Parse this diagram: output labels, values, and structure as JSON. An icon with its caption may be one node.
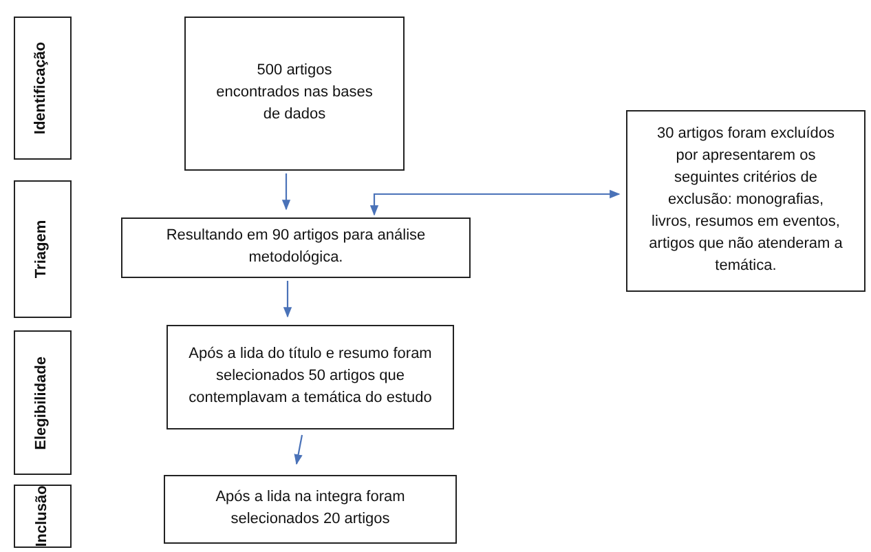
{
  "diagram": {
    "nodes": [
      {
        "text": [
          "Identificação"
        ]
      },
      {
        "text": [
          "Triagem"
        ]
      },
      {
        "text": [
          "Elegibilidade"
        ]
      },
      {
        "text": [
          "Inclusão"
        ]
      },
      {
        "text": [
          "500 artigos encontrados nas bases de dados"
        ]
      },
      {
        "text": [
          "Resultando em 90 artigos para análise metodológica."
        ]
      },
      {
        "text": [
          "Após a lida do título e resumo foram selecionados 50 artigos que contemplavam a temática do estudo"
        ]
      },
      {
        "text": [
          "Após a lida na integra foram selecionados 20 artigos"
        ]
      },
      {
        "text": [
          "30 artigos foram excluídos por apresentarem os seguintes critérios de exclusão: monografias, livros, resumos em eventos, artigos que não atenderam a temática."
        ]
      }
    ],
    "edges": [
      {
        "from": 4,
        "to": 5,
        "arrow": "to"
      },
      {
        "from": 5,
        "to": 6,
        "arrow": "to"
      },
      {
        "from": 6,
        "to": 7,
        "arrow": "to"
      },
      {
        "from": 5,
        "to": 8,
        "arrow": "both"
      }
    ]
  }
}
